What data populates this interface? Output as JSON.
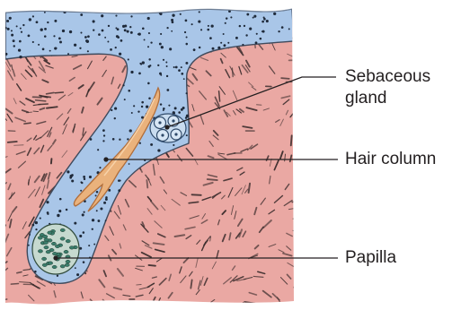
{
  "labels": {
    "sebaceous_line1": "Sebaceous",
    "sebaceous_line2": "gland",
    "hair_column": "Hair column",
    "papilla": "Papilla"
  },
  "colors": {
    "dermis": "#e9a5a1",
    "dermis_light": "#f2c3bf",
    "epidermis": "#a9c5e6",
    "epidermis_dark": "#8fb0d8",
    "fiber": "#3a2c2c",
    "hair": "#e8b07a",
    "hair_outline": "#b06d3a",
    "papilla_cell": "#3a7d6b",
    "leader_line": "#231f20",
    "text": "#231f20"
  }
}
